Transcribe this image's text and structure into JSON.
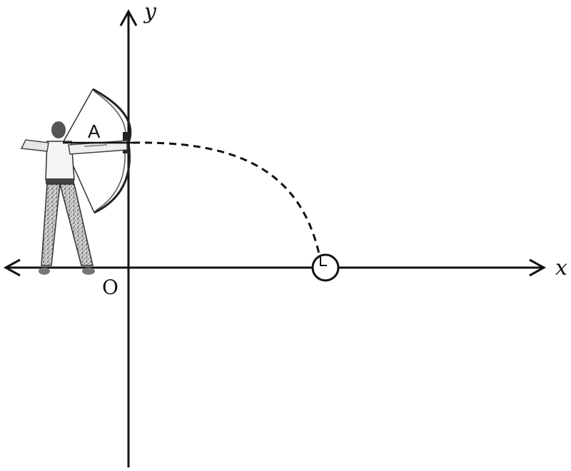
{
  "axes": {
    "x_label": "x",
    "y_label": "y",
    "origin_label": "O"
  },
  "points": {
    "launch_label": "A"
  },
  "colors": {
    "ink": "#111111",
    "shading": "#6b6b6b",
    "light": "#d9d9d9"
  },
  "icons": [
    "archer-icon",
    "bow-icon",
    "target-ring-icon"
  ]
}
